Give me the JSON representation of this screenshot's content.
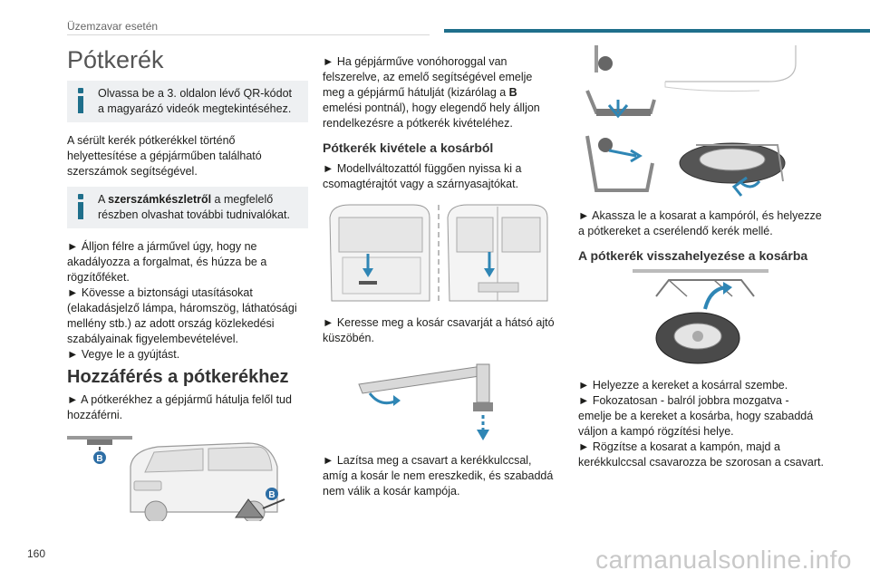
{
  "header": {
    "section": "Üzemzavar esetén"
  },
  "page_number": "160",
  "watermark": "carmanualsonline.info",
  "col1": {
    "title": "Pótkerék",
    "info1": "Olvassa be a 3. oldalon lévő QR-kódot a magyarázó videók megtekintéséhez.",
    "para1": "A sérült kerék pótkerékkel történő helyettesítése a gépjárműben található szerszámok segítségével.",
    "info2_bold": "szerszámkészletről",
    "info2_pre": "A ",
    "info2_post": " a megfelelő részben olvashat további tudnivalókat.",
    "step1": "► Álljon félre a járművel úgy, hogy ne akadályozza a forgalmat, és húzza be a rögzítőféket.",
    "step2": "► Kövesse a biztonsági utasításokat (elakadásjelző lámpa, háromszög, láthatósági mellény stb.) az adott ország közlekedési szabályainak figyelembevételével.",
    "step3": "► Vegye le a gyújtást.",
    "section2": "Hozzáférés a pótkerékhez",
    "step4": "► A pótkerékhez a gépjármű hátulja felől tud hozzáférni.",
    "badge_b": "B"
  },
  "col2": {
    "para_pre": "► Ha gépjárműve vonóhoroggal van felszerelve, az emelő segítségével emelje meg a gépjármű hátulját (kizárólag a ",
    "para_bold": "B",
    "para_post": " emelési pontnál), hogy elegendő hely álljon rendelkezésre a pótkerék kivételéhez.",
    "sub1": "Pótkerék kivétele a kosárból",
    "step1": "► Modellváltozattól függően nyissa ki a csomagtérajtót vagy a szárnyasajtókat.",
    "step2": "► Keresse meg a kosár csavarját a hátsó ajtó küszöbén.",
    "step3": "► Lazítsa meg a csavart a kerékkulccsal, amíg a kosár le nem ereszkedik, és szabaddá nem válik a kosár kampója."
  },
  "col3": {
    "step1": "► Akassza le a kosarat a kampóról, és helyezze a pótkereket a cserélendő kerék mellé.",
    "sub1": "A pótkerék visszahelyezése a kosárba",
    "step2": "► Helyezze a kereket a kosárral szembe.",
    "step3": "► Fokozatosan - balról jobbra mozgatva - emelje be a kereket a kosárba, hogy szabaddá váljon a kampó rögzítési helye.",
    "step4": "► Rögzítse a kosarat a kampón, majd a kerékkulccsal csavarozza be szorosan a csavart."
  },
  "colors": {
    "accent": "#1f6f8b",
    "badge": "#2d6ea5",
    "arrow": "#2f86b5"
  }
}
